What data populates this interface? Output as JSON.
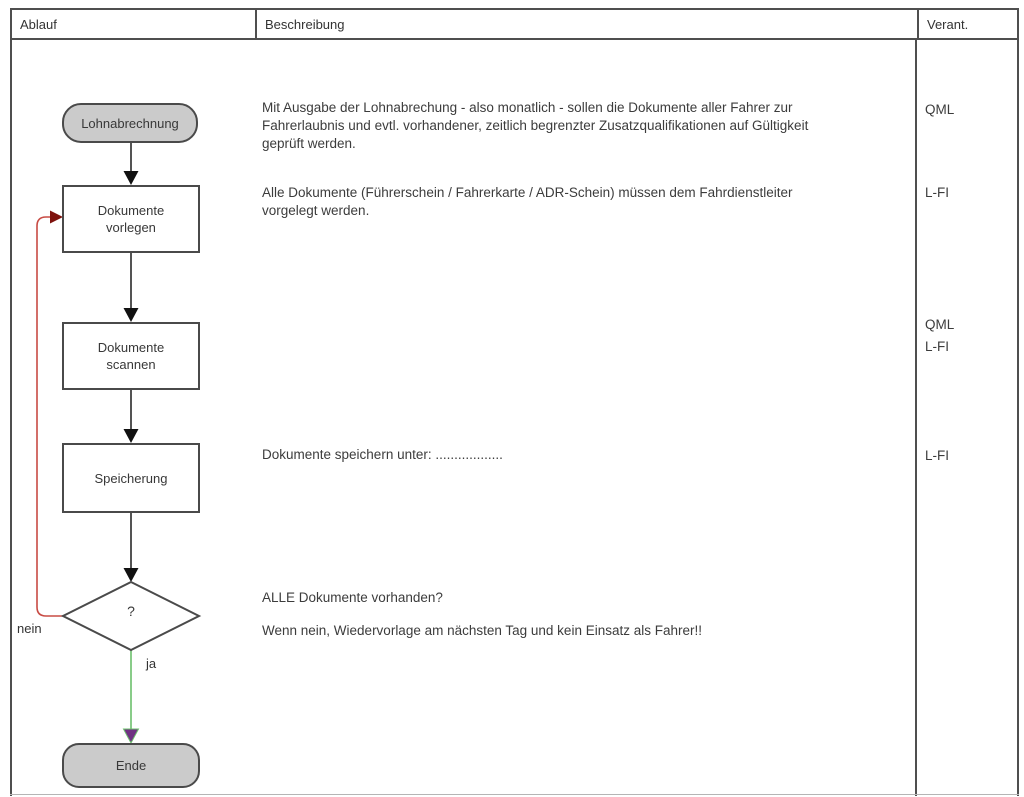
{
  "header": {
    "ablauf": "Ablauf",
    "beschreibung": "Beschreibung",
    "verant": "Verant."
  },
  "flow": {
    "start": "Lohnabrechnung",
    "step_vorlegen": "Dokumente\nvorlegen",
    "step_scannen": "Dokumente\nscannen",
    "step_speicherung": "Speicherung",
    "decision": "?",
    "end": "Ende",
    "label_nein": "nein",
    "label_ja": "ja"
  },
  "descriptions": {
    "lohnabrechnung": "Mit Ausgabe der Lohnabrechung - also monatlich - sollen die Dokumente aller Fahrer zur\nFahrerlaubnis und evtl. vorhandener, zeitlich begrenzter Zusatzqualifikationen auf Gültigkeit\ngeprüft werden.",
    "vorlegen": "Alle Dokumente (Führerschein / Fahrerkarte / ADR-Schein) müssen dem Fahrdienstleiter\nvorgelegt werden.",
    "speicherung": "Dokumente speichern unter: ..................",
    "decision_question": "ALLE Dokumente vorhanden?",
    "decision_note": "Wenn nein, Wiedervorlage am nächsten Tag und kein Einsatz als Fahrer!!"
  },
  "verant": {
    "row1": "QML",
    "row2": "L-FI",
    "row3": "QML\nL-FI",
    "row4": "L-FI"
  },
  "colors": {
    "shape_fill_gray": "#cbcbcb",
    "shape_border": "#4a4a4a",
    "connector_black": "#2a2a2a",
    "loop_red": "#c84b44",
    "loop_red_head": "#7e120d",
    "yes_green": "#6cbf6c",
    "yes_head_purple": "#6f3282"
  }
}
